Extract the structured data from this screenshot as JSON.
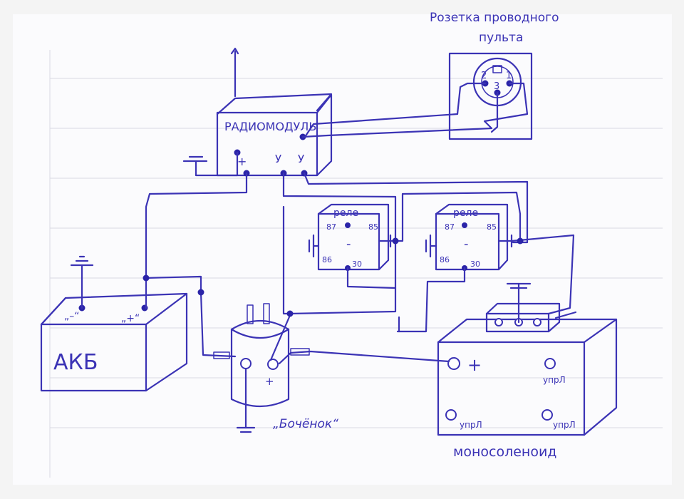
{
  "labels": {
    "socket_title_line1": "Розетка проводного",
    "socket_title_line2": "пульта",
    "radio_module": "РАДИОМОДУЛЬ",
    "radio_plus": "+",
    "radio_u1": "У",
    "radio_u2": "У",
    "socket_pin1": "1",
    "socket_pin2": "2",
    "socket_pin3": "3",
    "relay1_title": "реле",
    "relay2_title": "реле",
    "relay_pin_87": "87",
    "relay_pin_85": "85",
    "relay_pin_86": "86",
    "relay_pin_30": "30",
    "relay_minus": "-",
    "battery": "АКБ",
    "battery_minus": "„–“",
    "battery_plus": "„+“",
    "barrel_plus": "+",
    "barrel": "„Бочёнок“",
    "solenoid_plus": "+",
    "solenoid_ctrl": "упрЛ",
    "solenoid": "моносоленоид"
  },
  "colors": {
    "ink": "#3b33b5",
    "paper": "#f4f4f4",
    "rule": "#d9d9e4"
  },
  "icons": [
    "ground-icon",
    "antenna-icon",
    "terminal-icon"
  ]
}
